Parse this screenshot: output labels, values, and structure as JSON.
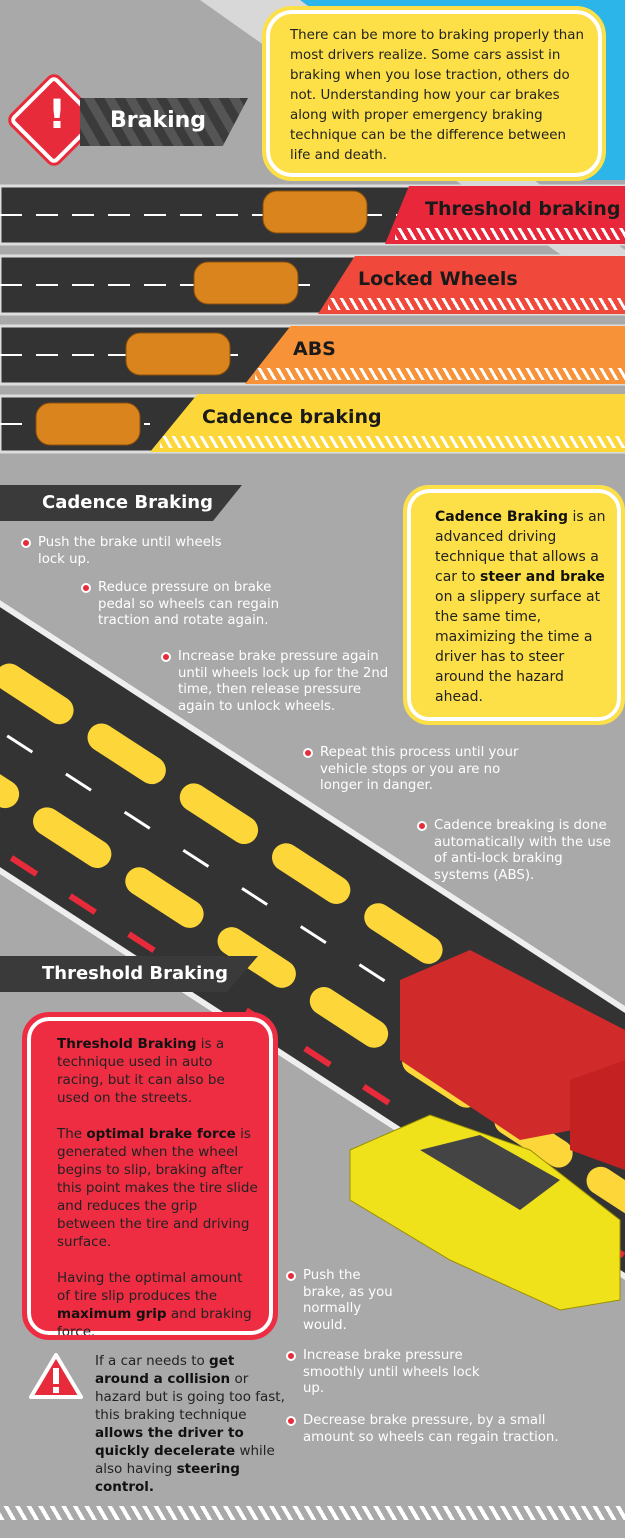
{
  "header": {
    "title": "Braking",
    "intro": "There can be more to braking properly than most drivers realize. Some cars assist in braking when you lose traction, others do not. Understanding how your car brakes along with proper emergency braking technique can be the difference between life and death.",
    "warning_mark": "!"
  },
  "lanes": [
    {
      "label": "Threshold braking",
      "color": "#e8283a"
    },
    {
      "label": "Locked Wheels",
      "color": "#f0483a"
    },
    {
      "label": "ABS",
      "color": "#f79238"
    },
    {
      "label": "Cadence braking",
      "color": "#fdd73a"
    }
  ],
  "cadence": {
    "heading": "Cadence Braking",
    "steps": [
      "Push the brake until wheels lock up.",
      "Reduce pressure on brake pedal so wheels can regain traction and rotate again.",
      "Increase brake pressure again until wheels lock up for the 2nd time, then release pressure again to unlock wheels.",
      "Repeat this process until your vehicle stops or you are no longer in danger.",
      "Cadence breaking is done automatically with the use of anti-lock braking systems (ABS)."
    ],
    "callout": [
      {
        "t": "Cadence Braking",
        "b": true
      },
      {
        "t": " is an advanced driving technique that allows a car to ",
        "b": false
      },
      {
        "t": "steer and brake",
        "b": true
      },
      {
        "t": " on a slippery surface at the same time, maximizing the time a driver has to steer around the hazard ahead.",
        "b": false
      }
    ]
  },
  "threshold": {
    "heading": "Threshold Braking",
    "callout": [
      [
        {
          "t": "Threshold Braking",
          "b": true
        },
        {
          "t": " is a technique used in auto racing, but it can also be used on the streets.",
          "b": false
        }
      ],
      [
        {
          "t": "The ",
          "b": false
        },
        {
          "t": "optimal brake force",
          "b": true
        },
        {
          "t": " is generated when the wheel begins to slip, braking after this point makes the tire slide and reduces the grip between the tire and driving surface.",
          "b": false
        }
      ],
      [
        {
          "t": "Having the optimal amount of tire slip produces the ",
          "b": false
        },
        {
          "t": "maximum grip",
          "b": true
        },
        {
          "t": " and braking force.",
          "b": false
        }
      ]
    ],
    "warning": [
      {
        "t": "If a car needs to ",
        "b": false
      },
      {
        "t": "get around a collision",
        "b": true
      },
      {
        "t": " or hazard but is going too fast, this braking technique ",
        "b": false
      },
      {
        "t": "allows the driver to quickly decelerate",
        "b": true
      },
      {
        "t": " while also having ",
        "b": false
      },
      {
        "t": "steering control.",
        "b": true
      }
    ],
    "steps": [
      "Push the brake, as you normally would.",
      "Increase brake pressure smoothly until wheels lock up.",
      "Decrease brake pressure, by a small amount so wheels can regain traction."
    ]
  }
}
